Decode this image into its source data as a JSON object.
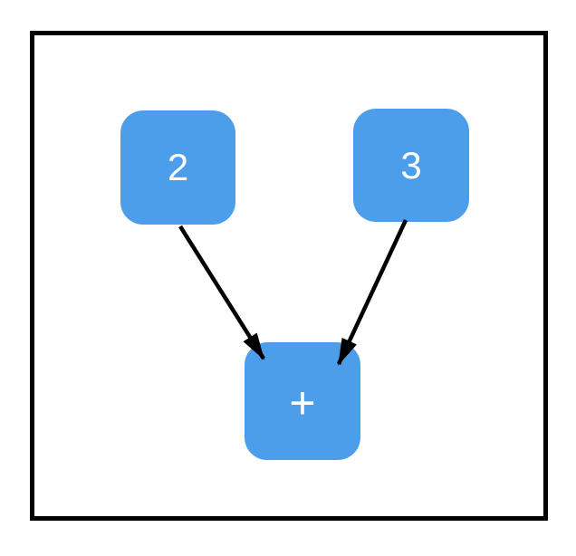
{
  "diagram": {
    "background_color": "#ffffff",
    "frame_border_color": "#000000",
    "node_fill_color": "#4d9eea",
    "node_label_color": "#ffffff",
    "edge_color": "#000000",
    "nodes": [
      {
        "id": "operand-left",
        "label": "2"
      },
      {
        "id": "operand-right",
        "label": "3"
      },
      {
        "id": "operator-plus",
        "label": "+"
      }
    ],
    "edges": [
      {
        "from": "operand-left",
        "to": "operator-plus"
      },
      {
        "from": "operand-right",
        "to": "operator-plus"
      }
    ]
  }
}
